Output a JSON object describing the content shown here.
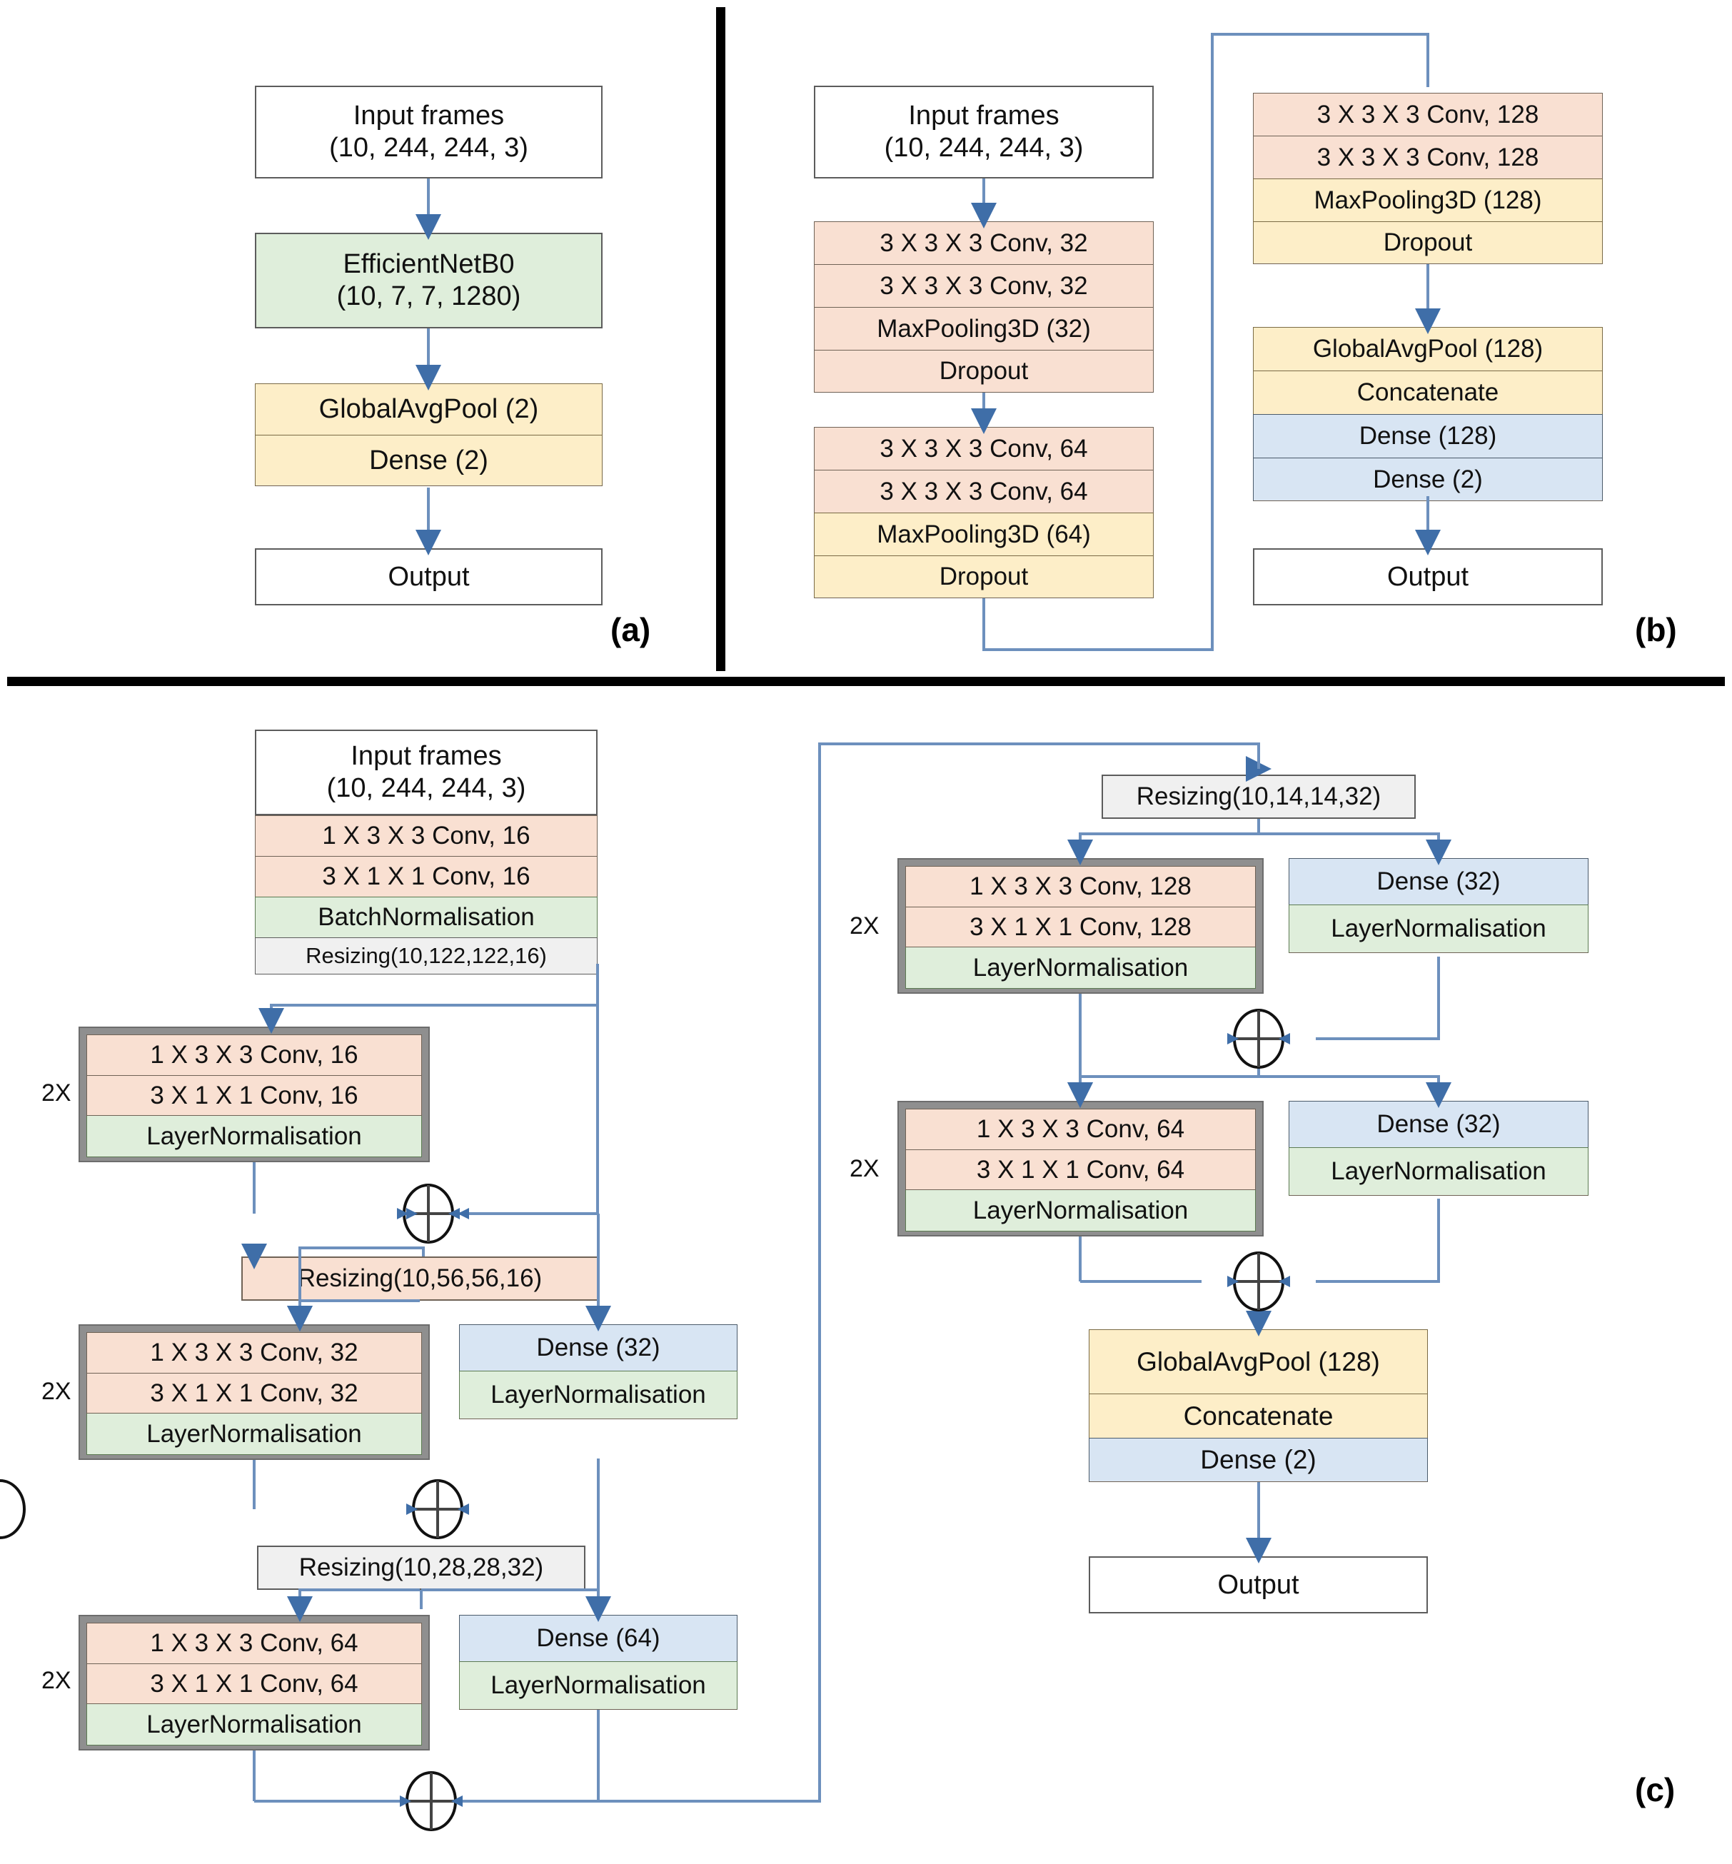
{
  "figure": {
    "title": "Three deep-learning video-classification model architectures",
    "panels": [
      {
        "id": "a",
        "caption": "(a)"
      },
      {
        "id": "b",
        "caption": "(b)"
      },
      {
        "id": "c",
        "caption": "(c)"
      }
    ]
  },
  "palette": {
    "conv_pink": "#f9e0d2",
    "pool_yellow": "#fdeec8",
    "dense_blue": "#d8e5f3",
    "norm_green": "#dfeedb",
    "resize_gray": "#f0f0f0",
    "io_white": "#ffffff",
    "group_frame_gray": "#8f8f8f",
    "arrow_blue": "#4472a8",
    "divider_black": "#000000"
  },
  "panel_a": {
    "input": "Input frames\n(10, 244, 244, 3)",
    "backbone": "EfficientNetB0\n(10, 7, 7, 1280)",
    "head": [
      "GlobalAvgPool (2)",
      "Dense (2)"
    ],
    "output": "Output",
    "caption": "(a)"
  },
  "panel_b": {
    "input": "Input frames\n(10, 244, 244, 3)",
    "block1": [
      "3 X 3 X 3 Conv, 32",
      "3 X 3 X 3 Conv, 32",
      "MaxPooling3D (32)",
      "Dropout"
    ],
    "block2": [
      "3 X 3 X 3 Conv, 64",
      "3 X 3 X 3 Conv, 64",
      "MaxPooling3D (64)",
      "Dropout"
    ],
    "block3": [
      "3 X 3 X 3 Conv, 128",
      "3 X 3 X 3 Conv, 128",
      "MaxPooling3D (128)",
      "Dropout"
    ],
    "head": [
      "GlobalAvgPool (128)",
      "Concatenate",
      "Dense (128)",
      "Dense (2)"
    ],
    "output": "Output",
    "caption": "(b)"
  },
  "panel_c": {
    "input": "Input frames\n(10, 244, 244, 3)",
    "stem": [
      "1 X 3 X 3 Conv, 16",
      "3 X 1 X 1 Conv, 16",
      "BatchNormalisation",
      "Resizing(10,122,122,16)"
    ],
    "res_block_1": {
      "multiplier": "2X",
      "rows": [
        "1 X 3 X 3 Conv, 16",
        "3 X 1 X 1 Conv, 16",
        "LayerNormalisation"
      ]
    },
    "resize_1": "Resizing(10,56,56,16)",
    "res_block_2": {
      "multiplier": "2X",
      "rows": [
        "1 X 3 X 3 Conv, 32",
        "3 X 1 X 1 Conv, 32",
        "LayerNormalisation"
      ]
    },
    "proj_2": [
      "Dense (32)",
      "LayerNormalisation"
    ],
    "resize_2": "Resizing(10,28,28,32)",
    "res_block_3": {
      "multiplier": "2X",
      "rows": [
        "1 X 3 X 3 Conv, 64",
        "3 X 1 X 1 Conv, 64",
        "LayerNormalisation"
      ]
    },
    "proj_3": [
      "Dense (64)",
      "LayerNormalisation"
    ],
    "resize_3": "Resizing(10,14,14,32)",
    "res_block_4": {
      "multiplier": "2X",
      "rows": [
        "1 X 3 X 3 Conv, 128",
        "3 X 1 X 1 Conv, 128",
        "LayerNormalisation"
      ]
    },
    "proj_4": [
      "Dense (32)",
      "LayerNormalisation"
    ],
    "res_block_5": {
      "multiplier": "2X",
      "rows": [
        "1 X 3 X 3 Conv, 64",
        "3 X 1 X 1 Conv, 64",
        "LayerNormalisation"
      ]
    },
    "proj_5": [
      "Dense (32)",
      "LayerNormalisation"
    ],
    "head": [
      "GlobalAvgPool (128)",
      "Concatenate",
      "Dense (2)"
    ],
    "output": "Output",
    "caption": "(c)"
  }
}
